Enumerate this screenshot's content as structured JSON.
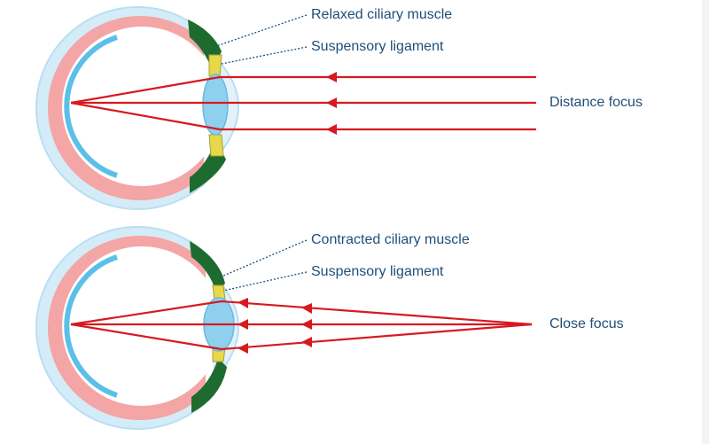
{
  "top_diagram": {
    "muscle_label": "Relaxed ciliary muscle",
    "ligament_label": "Suspensory ligament",
    "focus_label": "Distance focus"
  },
  "bottom_diagram": {
    "muscle_label": "Contracted ciliary muscle",
    "ligament_label": "Suspensory ligament",
    "focus_label": "Close focus"
  },
  "colors": {
    "text": "#1f4e79",
    "ray": "#d71920",
    "sclera": "#cfe8f5",
    "choroid": "#f4a5a5",
    "retina_inner": "#ffffff",
    "retina_line": "#5bc0e8",
    "ciliary": "#1e6b2f",
    "ligament": "#e6d84a",
    "lens": "#8fd0ef",
    "cornea": "#d9eef8"
  }
}
